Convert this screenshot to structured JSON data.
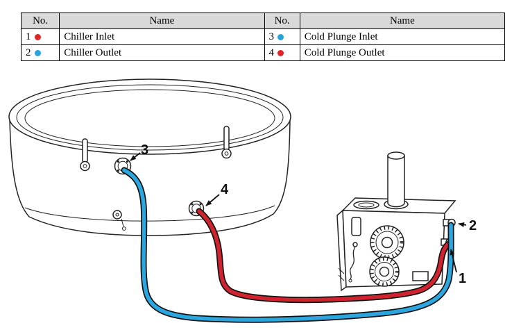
{
  "table": {
    "col_headers": [
      "No.",
      "Name",
      "No.",
      "Name"
    ],
    "rows": [
      {
        "left_no": "1",
        "left_dot_color": "#e02428",
        "left_name": "Chiller Inlet",
        "right_no": "3",
        "right_dot_color": "#29a3dc",
        "right_name": "Cold Plunge Inlet"
      },
      {
        "left_no": "2",
        "left_dot_color": "#29a3dc",
        "left_name": "Chiller Outlet",
        "right_no": "4",
        "right_dot_color": "#e02428",
        "right_name": "Cold Plunge Outlet"
      }
    ]
  },
  "diagram": {
    "labels": {
      "port1": "1",
      "port2": "2",
      "port3": "3",
      "port4": "4"
    },
    "colors": {
      "hose_hot": "#cf2430",
      "hose_cold": "#2ba6de",
      "line": "#222222"
    }
  }
}
